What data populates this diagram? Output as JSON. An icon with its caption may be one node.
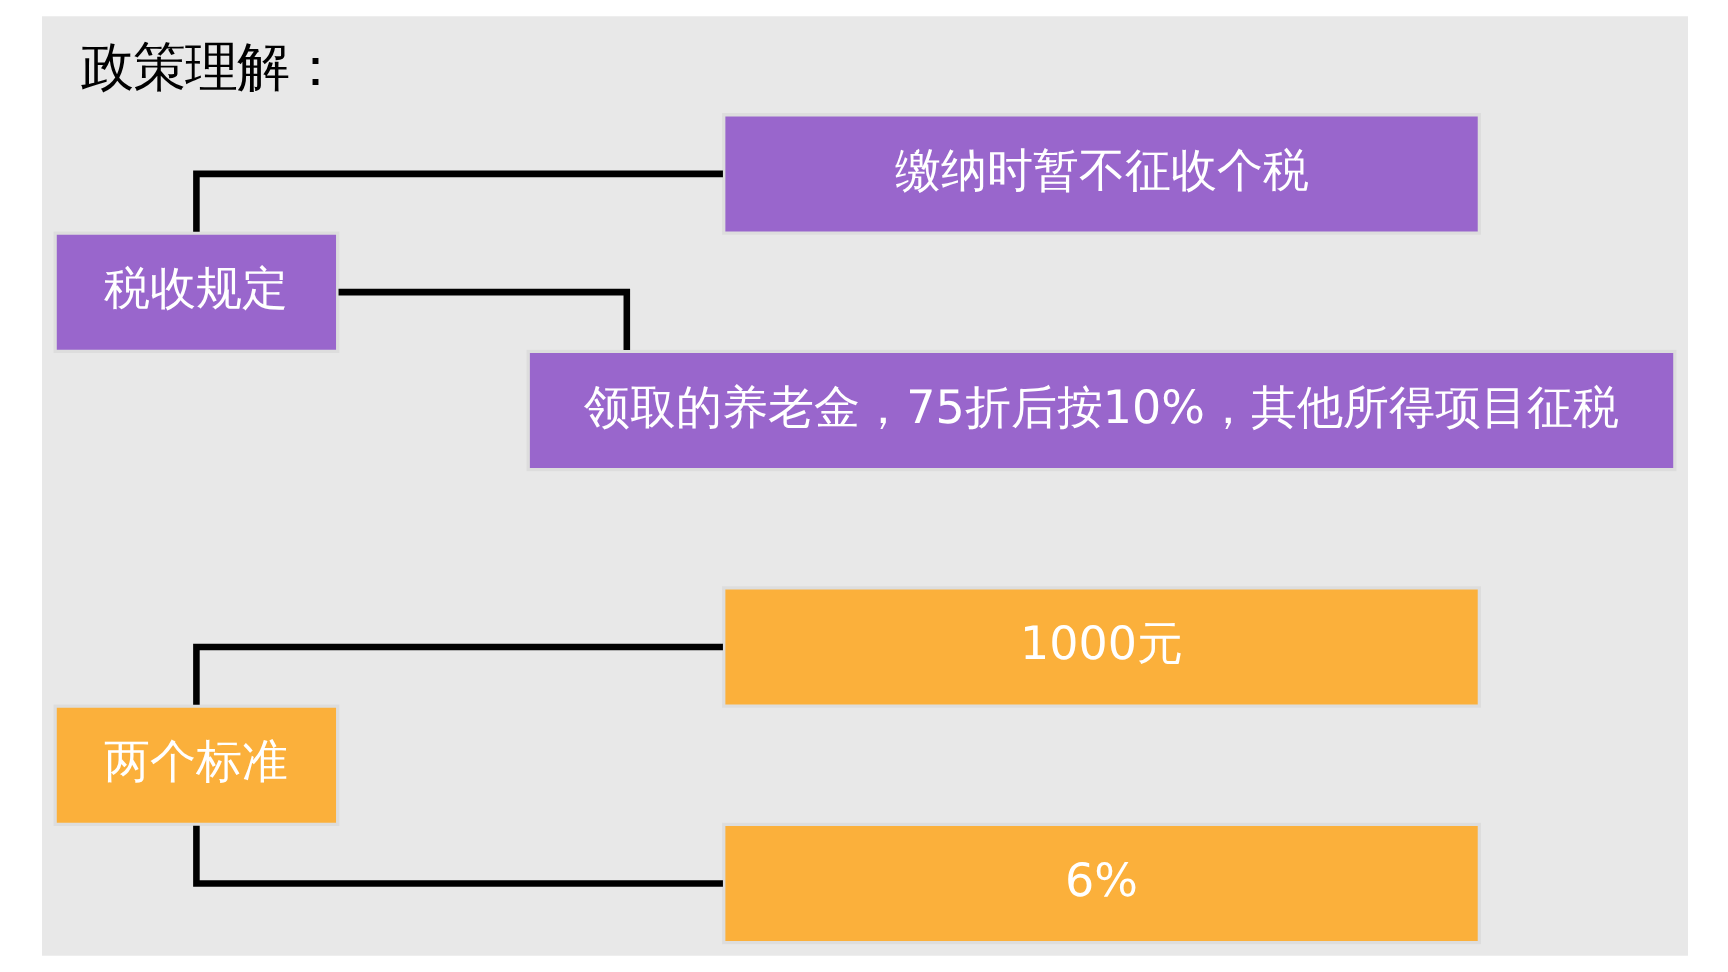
{
  "diagram": {
    "title": "政策理解：",
    "nodes": [
      {
        "text": [
          "两个标准"
        ]
      },
      {
        "text": [
          "1000元"
        ]
      },
      {
        "text": [
          "6%"
        ]
      },
      {
        "text": [
          "税收规定"
        ]
      },
      {
        "text": [
          "缴纳时暂不征收个税"
        ]
      },
      {
        "text": [
          "领取的养老金，75折后按10%，其他所得项目征税"
        ]
      }
    ],
    "edges": [
      {
        "from": 0,
        "to": 1,
        "arrow": "none"
      },
      {
        "from": 0,
        "to": 2,
        "arrow": "none"
      },
      {
        "from": 3,
        "to": 4,
        "arrow": "none"
      },
      {
        "from": 3,
        "to": 5,
        "arrow": "none"
      }
    ]
  }
}
